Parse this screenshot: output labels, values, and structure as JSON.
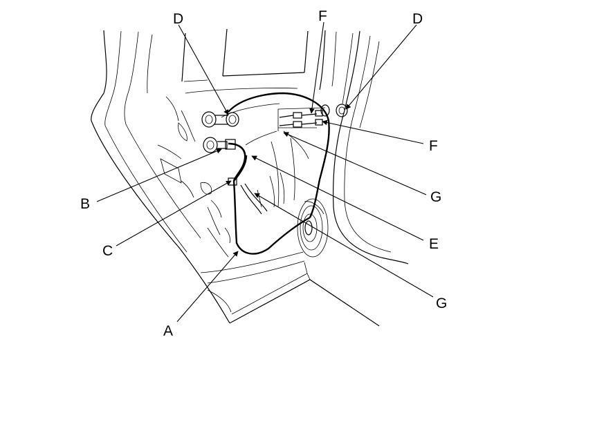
{
  "callouts": {
    "A": "A",
    "B": "B",
    "C": "C",
    "D": "D",
    "E": "E",
    "F": "F",
    "G": "G"
  },
  "colors": {
    "line": "#000000",
    "background": "#ffffff"
  }
}
